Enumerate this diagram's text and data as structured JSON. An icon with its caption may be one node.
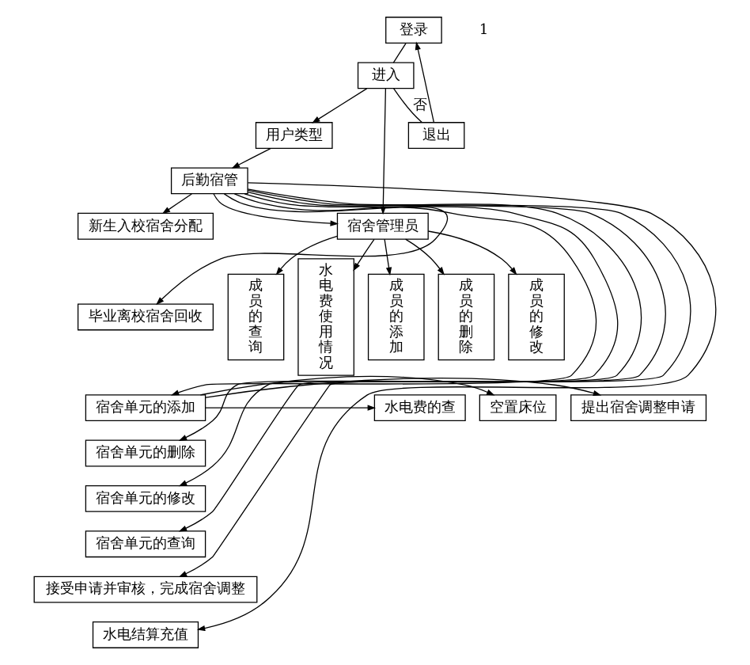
{
  "diagram": {
    "nodes": [
      {
        "text": [
          "登录"
        ]
      },
      {
        "text": [
          "退出"
        ]
      },
      {
        "text": [
          "进入"
        ]
      },
      {
        "text": [
          "用户类型"
        ]
      },
      {
        "text": [
          "后勤宿管"
        ]
      },
      {
        "text": [
          "宿舍管理员"
        ]
      },
      {
        "text": [
          "新生入校宿舍分配"
        ]
      },
      {
        "text": [
          "毕业离校宿舍回收"
        ]
      },
      {
        "text": [
          "宿舍单元的添加"
        ]
      },
      {
        "text": [
          "宿舍单元的删除"
        ]
      },
      {
        "text": [
          "宿舍单元的修改"
        ]
      },
      {
        "text": [
          "宿舍单元的查询"
        ]
      },
      {
        "text": [
          "接受申请并审核，完成宿舍调整"
        ]
      },
      {
        "text": [
          "水电结算充值"
        ]
      },
      {
        "text": [
          "水电费的查"
        ]
      },
      {
        "text": [
          "空置床位"
        ]
      },
      {
        "text": [
          "提出宿舍调整申请"
        ]
      },
      {
        "text": [
          "成员的添加"
        ]
      },
      {
        "text": [
          "成员的删除"
        ]
      },
      {
        "text": [
          "成员的修改"
        ]
      },
      {
        "text": [
          "成员的查询"
        ]
      },
      {
        "text": [
          "水电费使用情况"
        ]
      }
    ],
    "edges": [
      {
        "from": 1,
        "to": 0,
        "arrow": "to"
      },
      {
        "from": 0,
        "to": 2,
        "arrow": "none"
      },
      {
        "from": 2,
        "to": 1,
        "arrow": "none",
        "label": "否"
      },
      {
        "from": 2,
        "to": 3,
        "arrow": "to"
      },
      {
        "from": 3,
        "to": 4,
        "arrow": "to"
      },
      {
        "from": 4,
        "to": 5,
        "arrow": "to"
      },
      {
        "from": 2,
        "to": 5,
        "arrow": "to"
      },
      {
        "from": 4,
        "to": 6,
        "arrow": "to"
      },
      {
        "from": 4,
        "to": 7,
        "arrow": "to"
      },
      {
        "from": 4,
        "to": 8,
        "arrow": "to"
      },
      {
        "from": 4,
        "to": 9,
        "arrow": "to"
      },
      {
        "from": 4,
        "to": 10,
        "arrow": "to"
      },
      {
        "from": 4,
        "to": 11,
        "arrow": "to"
      },
      {
        "from": 4,
        "to": 12,
        "arrow": "to"
      },
      {
        "from": 4,
        "to": 13,
        "arrow": "to"
      },
      {
        "from": 8,
        "to": 14,
        "arrow": "to"
      },
      {
        "from": 8,
        "to": 15,
        "arrow": "to"
      },
      {
        "from": 8,
        "to": 16,
        "arrow": "to"
      },
      {
        "from": 5,
        "to": 17,
        "arrow": "to"
      },
      {
        "from": 5,
        "to": 18,
        "arrow": "to"
      },
      {
        "from": 5,
        "to": 19,
        "arrow": "to"
      },
      {
        "from": 5,
        "to": 20,
        "arrow": "to"
      },
      {
        "from": 5,
        "to": 21,
        "arrow": "to"
      }
    ],
    "labels": [
      "1"
    ]
  }
}
